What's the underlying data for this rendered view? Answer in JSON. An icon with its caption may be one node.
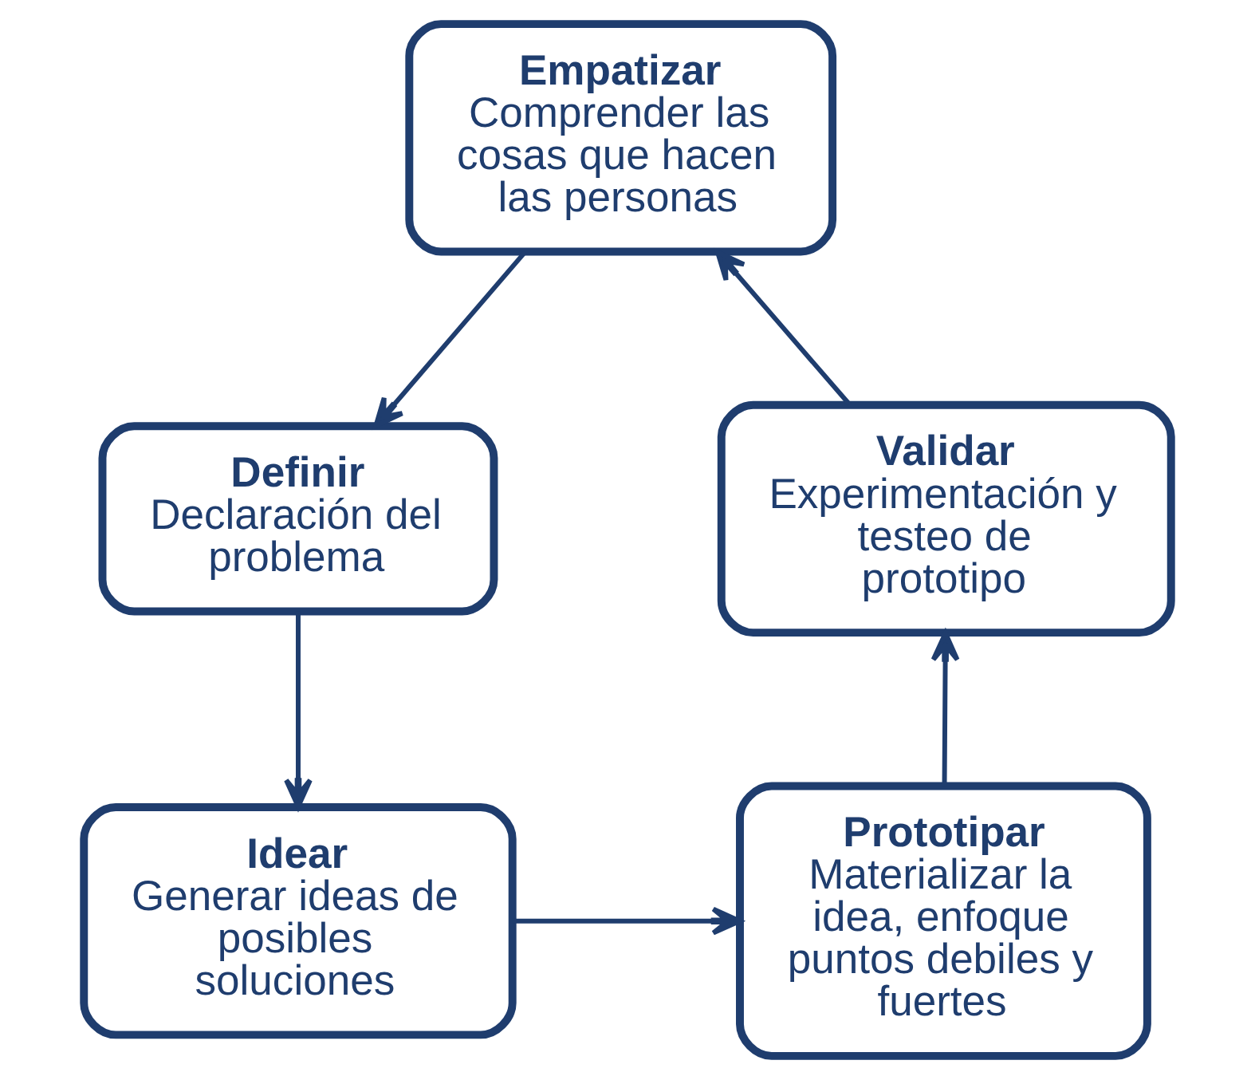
{
  "diagram": {
    "nodes": [
      {
        "text": [
          "Empatizar",
          "Comprender las cosas que hacen las personas"
        ]
      },
      {
        "text": [
          "Definir",
          "Declaración del problema"
        ]
      },
      {
        "text": [
          "Idear",
          "Generar ideas de posibles soluciones"
        ]
      },
      {
        "text": [
          "Prototipar",
          "Materializar la idea, enfoque puntos debiles y fuertes"
        ]
      },
      {
        "text": [
          "Validar",
          "Experimentación y testeo de prototipo"
        ]
      }
    ],
    "edges": [
      {
        "from": 0,
        "to": 1,
        "arrow": "to"
      },
      {
        "from": 1,
        "to": 2,
        "arrow": "to"
      },
      {
        "from": 2,
        "to": 3,
        "arrow": "to"
      },
      {
        "from": 3,
        "to": 4,
        "arrow": "to"
      },
      {
        "from": 4,
        "to": 0,
        "arrow": "to"
      }
    ]
  }
}
